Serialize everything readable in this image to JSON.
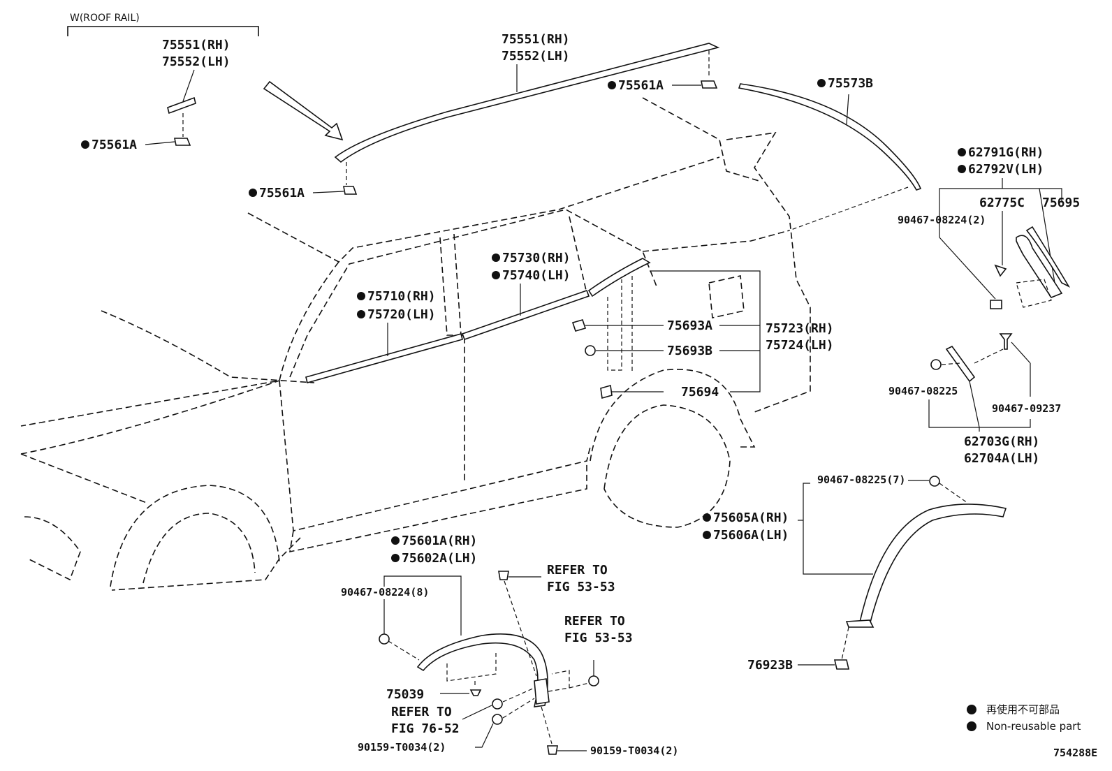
{
  "diagram": {
    "group_header": "W(ROOF RAIL)",
    "labels": {
      "inset_rail_rh": "75551(RH)",
      "inset_rail_lh": "75552(LH)",
      "inset_clip": "75561A",
      "roof_rail_rh": "75551(RH)",
      "roof_rail_lh": "75552(LH)",
      "roof_clip_front": "75561A",
      "roof_clip_rear": "75561A",
      "spoiler_strip": "75573B",
      "spoiler_rh": "62791G(RH)",
      "spoiler_lh": "62792V(LH)",
      "spoiler_sub_a": "62775C",
      "spoiler_sub_b": "75695",
      "spoiler_clip": "90467-08224(2)",
      "belt_front_rh": "75710(RH)",
      "belt_front_lh": "75720(LH)",
      "belt_rear_rh": "75730(RH)",
      "belt_rear_lh": "75740(LH)",
      "quarter_clip_a": "75693A",
      "quarter_clip_b": "75693B",
      "quarter_clip_c": "75694",
      "quarter_mldg_rh": "75723(RH)",
      "quarter_mldg_lh": "75724(LH)",
      "pillar_clip_a": "90467-08225",
      "pillar_clip_b": "90467-09237",
      "pillar_rh": "62703G(RH)",
      "pillar_lh": "62704A(LH)",
      "rear_arch_clip": "90467-08225(7)",
      "rear_arch_rh": "75605A(RH)",
      "rear_arch_lh": "75606A(LH)",
      "rear_arch_nut": "76923B",
      "front_arch_rh": "75601A(RH)",
      "front_arch_lh": "75602A(LH)",
      "front_arch_clip": "90467-08224(8)",
      "front_arch_clip2": "75039",
      "refer_top_1": "REFER TO",
      "refer_top_2": "FIG 53-53",
      "refer_mid_1": "REFER TO",
      "refer_mid_2": "FIG 53-53",
      "refer_low_1": "REFER TO",
      "refer_low_2": "FIG 76-52",
      "screw_left": "90159-T0034(2)",
      "screw_right": "90159-T0034(2)"
    },
    "legend": {
      "jp": "再使用不可部品",
      "en": "Non-reusable part"
    },
    "figure_id": "754288E"
  }
}
